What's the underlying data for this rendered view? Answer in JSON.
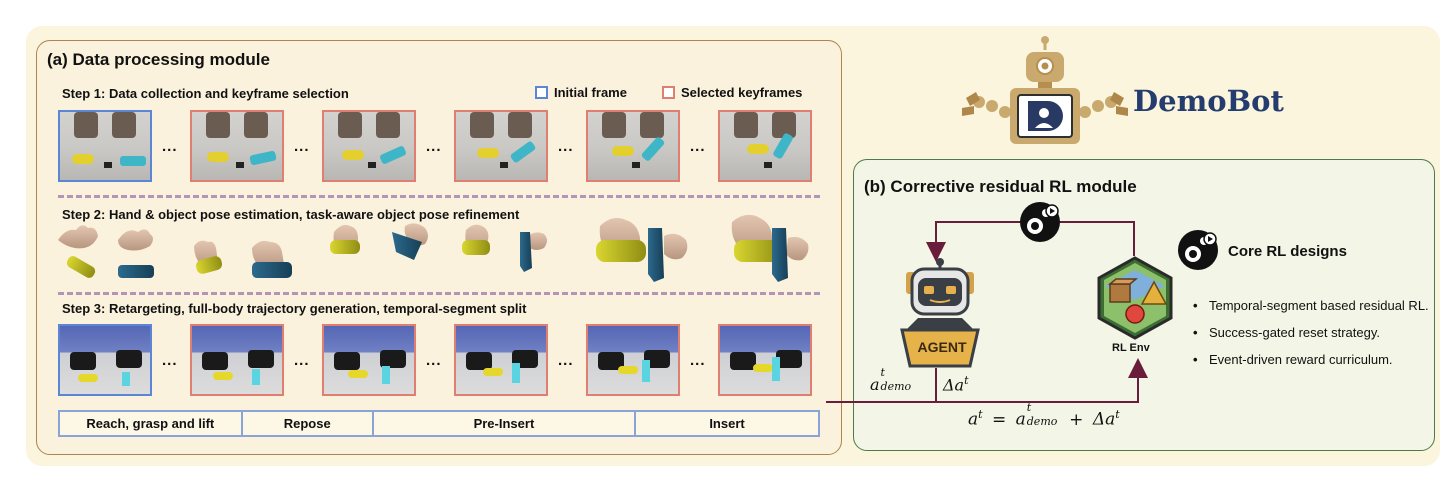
{
  "panel_a": {
    "title": "(a) Data processing module",
    "step1": "Step 1: Data collection and keyframe selection",
    "step2": "Step 2: Hand & object pose estimation, task-aware object pose refinement",
    "step3": "Step 3: Retargeting, full-body trajectory generation, temporal-segment split",
    "legend": {
      "initial": "Initial frame",
      "selected": "Selected keyframes",
      "initial_color": "#5b86d6",
      "selected_color": "#e07e72"
    },
    "ellipsis": "...",
    "segments": [
      {
        "label": "Reach, grasp and lift",
        "fraction": 0.241
      },
      {
        "label": "Repose",
        "fraction": 0.173
      },
      {
        "label": "Pre-Insert",
        "fraction": 0.346
      },
      {
        "label": "Insert",
        "fraction": 0.24
      }
    ]
  },
  "brand": {
    "name": "DemoBot"
  },
  "panel_b": {
    "title": "(b) Corrective residual RL module",
    "agent_label": "AGENT",
    "env_label": "RL Env",
    "core_title": "Core RL designs",
    "core_items": [
      "Temporal-segment based residual RL.",
      "Success-gated reset strategy.",
      "Event-driven reward curriculum."
    ],
    "eq": {
      "a_demo_base": "a",
      "a_demo_sup": "t",
      "a_demo_sub": "demo",
      "delta_a": "Δa",
      "delta_sup": "t",
      "lhs": "a",
      "equals": "=",
      "plus": "+"
    }
  }
}
